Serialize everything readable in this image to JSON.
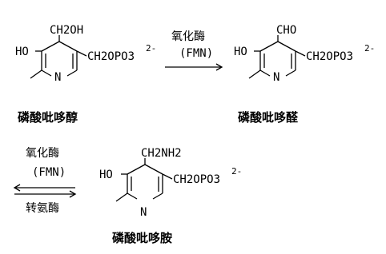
{
  "molecules": {
    "pyridoxine_phosphate": {
      "name": "磷酸吡哆醇",
      "substituent_top": "CH2OH",
      "substituent_right": "CH2OPO3",
      "charge": "2-",
      "substituent_left": "HO",
      "ring_n": "N"
    },
    "pyridoxal_phosphate": {
      "name": "磷酸吡哆醛",
      "substituent_top": "CHO",
      "substituent_right": "CH2OPO3",
      "charge": "2-",
      "substituent_left": "HO",
      "ring_n": "N"
    },
    "pyridoxamine_phosphate": {
      "name": "磷酸吡哆胺",
      "substituent_top": "CH2NH2",
      "substituent_right": "CH2OPO3",
      "charge": "2-",
      "substituent_left": "HO",
      "ring_n": "N"
    }
  },
  "arrows": {
    "first": {
      "enzyme": "氧化酶",
      "cofactor": "(FMN)"
    },
    "second": {
      "enzyme_top": "氧化酶",
      "cofactor": "(FMN)",
      "enzyme_bottom": "转氨酶"
    }
  }
}
